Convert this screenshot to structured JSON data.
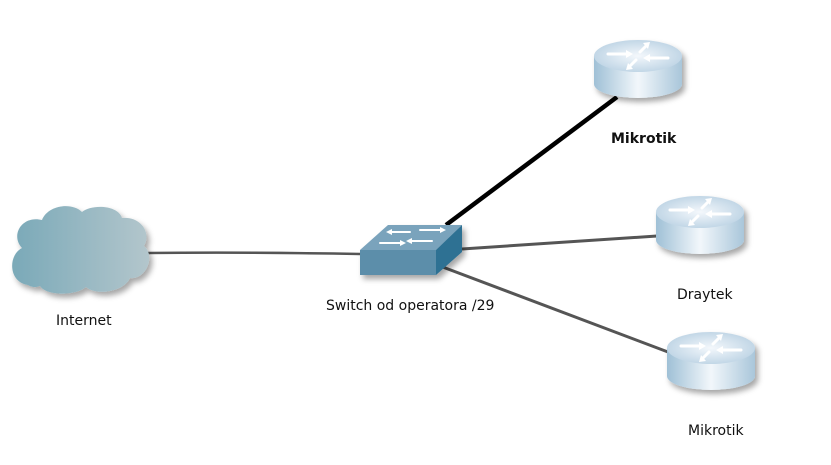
{
  "diagram": {
    "nodes": [
      {
        "id": "internet",
        "type": "cloud",
        "label": "Internet"
      },
      {
        "id": "switch",
        "type": "switch",
        "label": "Switch od operatora /29"
      },
      {
        "id": "router-top",
        "type": "router",
        "label": "Mikrotik",
        "label_bold": true
      },
      {
        "id": "router-draytek",
        "type": "router",
        "label": "Draytek"
      },
      {
        "id": "router-bottom",
        "type": "router",
        "label": "Mikrotik"
      }
    ],
    "links": [
      {
        "from": "internet",
        "to": "switch",
        "style": "thin",
        "color": "#555555"
      },
      {
        "from": "switch",
        "to": "router-top",
        "style": "thick",
        "color": "#000000"
      },
      {
        "from": "switch",
        "to": "router-draytek",
        "style": "medium",
        "color": "#555555"
      },
      {
        "from": "switch",
        "to": "router-bottom",
        "style": "medium",
        "color": "#555555"
      }
    ],
    "colors": {
      "cloud": "#8fb5c0",
      "switch_top": "#7aa3bc",
      "switch_front": "#5b8eaa",
      "switch_side": "#2f7193",
      "router": "#d8e6f0"
    }
  }
}
